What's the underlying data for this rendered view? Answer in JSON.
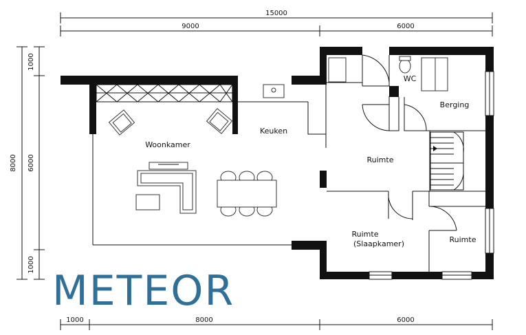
{
  "dimensions": {
    "top_total": "15000",
    "top_left": "9000",
    "top_right": "6000",
    "bottom_a": "1000",
    "bottom_b": "8000",
    "bottom_c": "6000",
    "left_total": "8000",
    "left_top": "1000",
    "left_mid": "6000",
    "left_bottom": "1000"
  },
  "rooms": {
    "woonkamer": "Woonkamer",
    "keuken": "Keuken",
    "wc": "WC",
    "berging": "Berging",
    "ruimte_center": "Ruimte",
    "ruimte_slaap_line1": "Ruimte",
    "ruimte_slaap_line2": "(Slaapkamer)",
    "ruimte_right": "Ruimte"
  },
  "logo": {
    "text": "METEOR",
    "color": "#2f6f98"
  }
}
